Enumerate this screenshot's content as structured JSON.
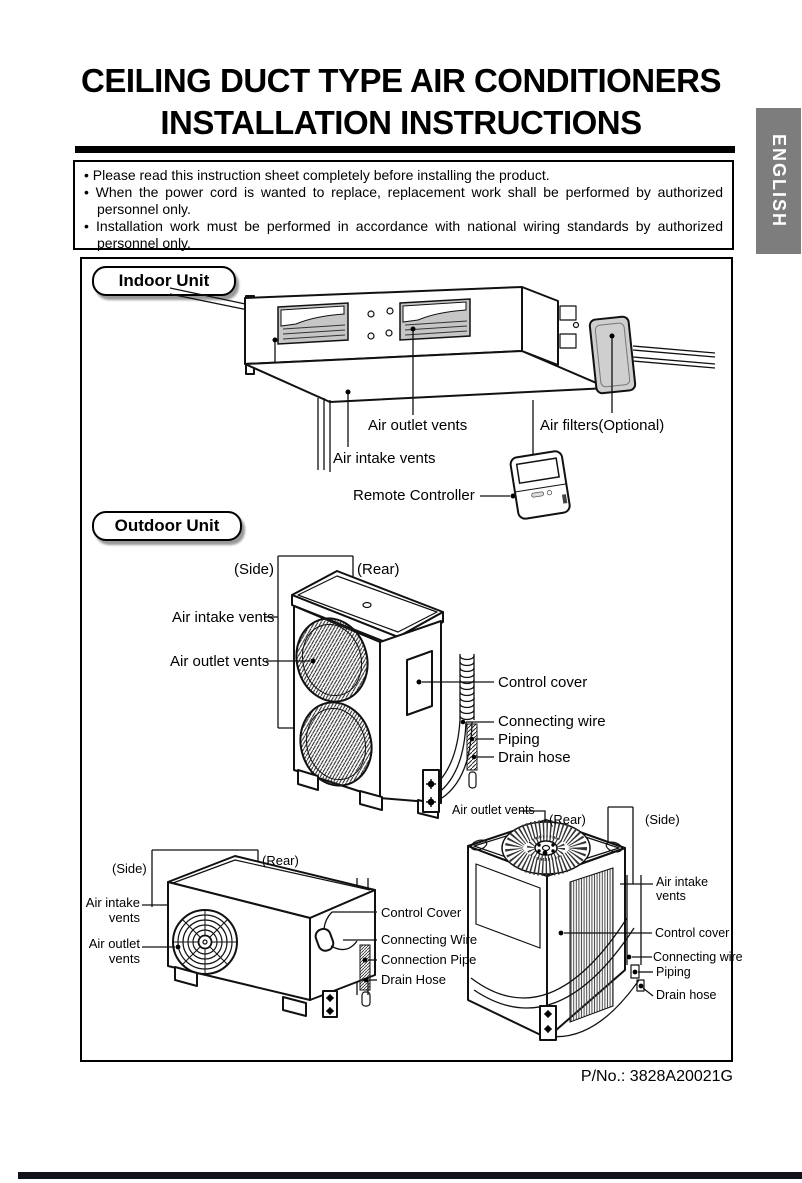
{
  "page": {
    "title_line1": "CEILING DUCT TYPE AIR CONDITIONERS",
    "title_line2": "INSTALLATION INSTRUCTIONS",
    "language_tab": "ENGLISH",
    "part_number": "P/No.: 3828A20021G"
  },
  "colors": {
    "tab_background": "#7d7d7d",
    "rule_black": "#000000",
    "diagram_gray": "#c9c9c9"
  },
  "notice": {
    "bullet": "•",
    "items": [
      "Please read this instruction sheet completely before installing the product.",
      "When the power cord is wanted to replace, replacement work shall be performed by authorized personnel only.",
      "Installation work must be performed in accordance with national wiring standards by authorized personnel only."
    ]
  },
  "sections": {
    "indoor_label": "Indoor Unit",
    "outdoor_label": "Outdoor Unit"
  },
  "indoor_labels": {
    "air_outlet": "Air outlet vents",
    "air_intake": "Air intake vents",
    "air_filters": "Air filters(Optional)",
    "remote": "Remote Controller"
  },
  "outdoor1_labels": {
    "side": "(Side)",
    "rear": "(Rear)",
    "air_intake": "Air intake vents",
    "air_outlet": "Air outlet vents",
    "control_cover": "Control cover",
    "connecting_wire": "Connecting wire",
    "piping": "Piping",
    "drain_hose": "Drain hose"
  },
  "outdoor2_labels": {
    "side": "(Side)",
    "rear": "(Rear)",
    "air_intake": "Air intake vents",
    "air_outlet": "Air outlet vents",
    "control_cover": "Control Cover",
    "connecting_wire": "Connecting Wire",
    "connection_pipe": "Connection Pipe",
    "drain_hose": "Drain Hose"
  },
  "outdoor3_labels": {
    "air_outlet": "Air outlet vents",
    "rear": "(Rear)",
    "side": "(Side)",
    "air_intake": "Air intake vents",
    "control_cover": "Control cover",
    "connecting_wire": "Connecting wire",
    "piping": "Piping",
    "drain_hose": "Drain hose"
  }
}
